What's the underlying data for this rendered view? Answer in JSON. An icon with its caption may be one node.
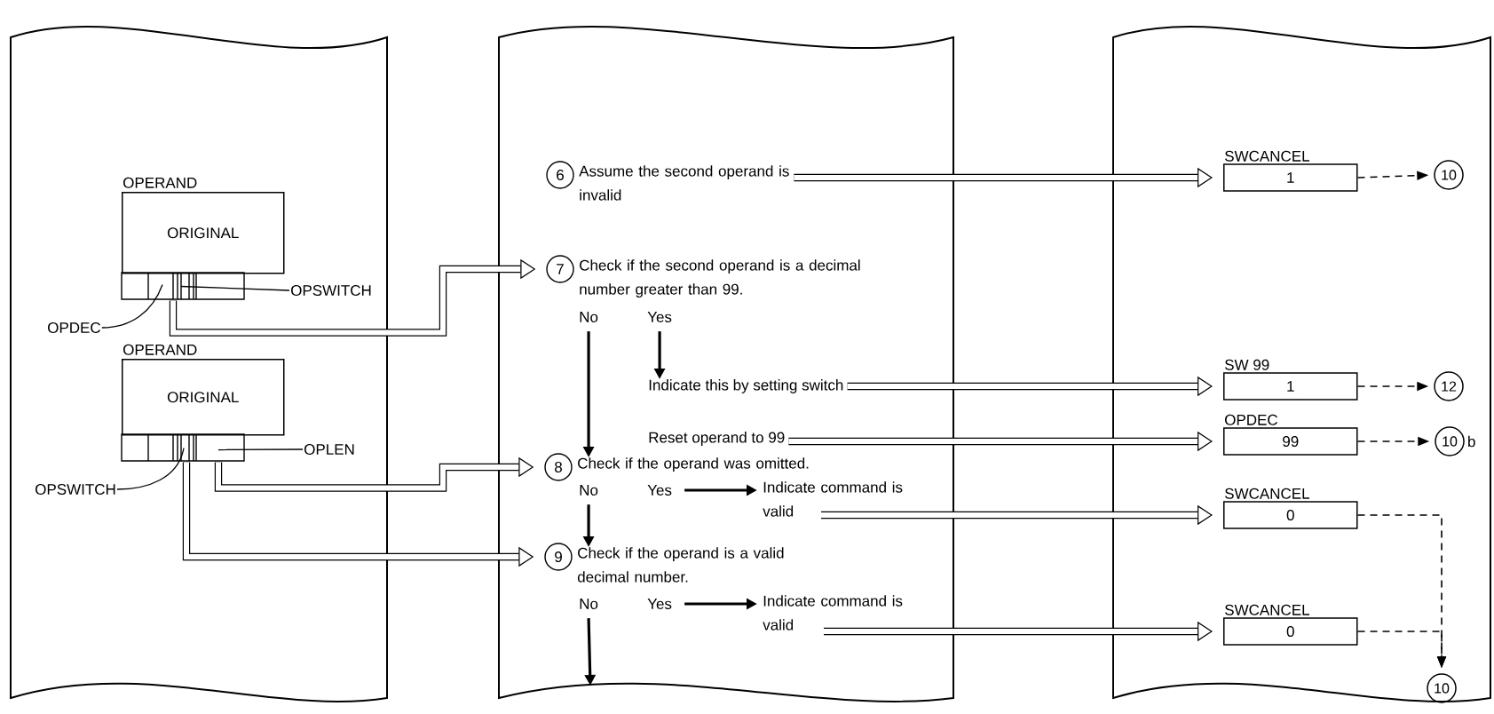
{
  "diagram": {
    "nodes": [
      {
        "text": [],
        "shape": "box"
      },
      {
        "text": [
          "OPERAND",
          "ORIGINAL"
        ],
        "in": 0
      },
      {
        "text": [
          "OPSWITCH"
        ],
        "in": 0
      },
      {
        "text": [
          "OPDEC"
        ],
        "in": 0
      },
      {
        "text": [
          "OPERAND",
          "ORIGINAL"
        ],
        "in": 0
      },
      {
        "text": [
          "OPLEN"
        ],
        "in": 0
      },
      {
        "text": [
          "OPSWITCH"
        ],
        "in": 0
      },
      {
        "text": [],
        "shape": "box"
      },
      {
        "text": [
          "6",
          "Assume the second operand is invalid"
        ],
        "in": 7
      },
      {
        "text": [
          "7",
          "Check if the second operand is a decimal number greater than 99."
        ],
        "in": 7
      },
      {
        "text": [
          "No"
        ],
        "in": 7
      },
      {
        "text": [
          "Yes"
        ],
        "in": 7
      },
      {
        "text": [
          "Indicate this by setting switch"
        ],
        "in": 7
      },
      {
        "text": [
          "Reset operand to 99"
        ],
        "in": 7
      },
      {
        "text": [
          "8",
          "Check if the operand was omitted."
        ],
        "in": 7
      },
      {
        "text": [
          "No"
        ],
        "in": 7
      },
      {
        "text": [
          "Yes"
        ],
        "in": 7
      },
      {
        "text": [
          "Indicate command is valid"
        ],
        "in": 7
      },
      {
        "text": [
          "9",
          "Check if the operand is a valid decimal number."
        ],
        "in": 7
      },
      {
        "text": [
          "No"
        ],
        "in": 7
      },
      {
        "text": [
          "Yes"
        ],
        "in": 7
      },
      {
        "text": [
          "Indicate command is valid"
        ],
        "in": 7
      },
      {
        "text": [],
        "shape": "box"
      },
      {
        "text": [
          "SWCANCEL",
          "1"
        ],
        "in": 22
      },
      {
        "text": [
          "10"
        ],
        "in": 22
      },
      {
        "text": [
          "SW 99",
          "1"
        ],
        "in": 22
      },
      {
        "text": [
          "12"
        ],
        "in": 22
      },
      {
        "text": [
          "OPDEC",
          "99"
        ],
        "in": 22
      },
      {
        "text": [
          "10"
        ],
        "in": 22,
        "beside": [
          "b"
        ]
      },
      {
        "text": [
          "SWCANCEL",
          "0"
        ],
        "in": 22
      },
      {
        "text": [
          "SWCANCEL",
          "0"
        ],
        "in": 22
      },
      {
        "text": [
          "10"
        ],
        "in": 22
      }
    ],
    "edges": [
      {
        "from": 2,
        "to": 1,
        "arrow": "none"
      },
      {
        "from": 3,
        "to": 1,
        "arrow": "none"
      },
      {
        "from": 5,
        "to": 4,
        "arrow": "none"
      },
      {
        "from": 6,
        "to": 4,
        "arrow": "none"
      },
      {
        "from": 1,
        "to": 9,
        "arrow": "to",
        "style": "thick"
      },
      {
        "from": 4,
        "to": 14,
        "arrow": "to",
        "style": "thick"
      },
      {
        "from": 4,
        "to": 18,
        "arrow": "to",
        "style": "thick"
      },
      {
        "from": 10,
        "to": 14,
        "arrow": "to"
      },
      {
        "from": 11,
        "to": 12,
        "arrow": "to"
      },
      {
        "from": 15,
        "to": 18,
        "arrow": "to"
      },
      {
        "from": 16,
        "to": 17,
        "arrow": "to"
      },
      {
        "from": 19,
        "to": null,
        "arrow": "to"
      },
      {
        "from": 20,
        "to": 21,
        "arrow": "to"
      },
      {
        "from": 8,
        "to": 23,
        "arrow": "to",
        "style": "thick"
      },
      {
        "from": 12,
        "to": 25,
        "arrow": "to",
        "style": "thick"
      },
      {
        "from": 13,
        "to": 27,
        "arrow": "to",
        "style": "thick"
      },
      {
        "from": 17,
        "to": 29,
        "arrow": "to",
        "style": "thick"
      },
      {
        "from": 21,
        "to": 30,
        "arrow": "to",
        "style": "thick"
      },
      {
        "from": 23,
        "to": 24,
        "arrow": "to",
        "style": "dashed"
      },
      {
        "from": 25,
        "to": 26,
        "arrow": "to",
        "style": "dashed"
      },
      {
        "from": 27,
        "to": 28,
        "arrow": "to",
        "style": "dashed"
      },
      {
        "from": 29,
        "to": 31,
        "arrow": "to",
        "style": "dashed"
      },
      {
        "from": 30,
        "to": 31,
        "arrow": "to",
        "style": "dashed"
      }
    ]
  }
}
